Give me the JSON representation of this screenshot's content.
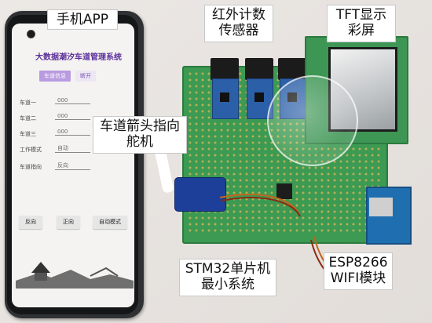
{
  "labels": {
    "phone_app": "手机APP",
    "ir_sensor": "红外计数\n传感器",
    "tft": "TFT显示\n彩屏",
    "servo": "车道箭头指向\n舵机",
    "mcu": "STM32单片机\n最小系统",
    "esp": "ESP8266\nWIFI模块"
  },
  "app": {
    "title": "大数据潮汐车道管理系统",
    "tab_active": "车道信息",
    "tab_inactive": "断开",
    "rows": [
      {
        "label": "车道一",
        "value": "000"
      },
      {
        "label": "车道二",
        "value": "000"
      },
      {
        "label": "车道三",
        "value": "000"
      },
      {
        "label": "工作模式",
        "value": "自动"
      },
      {
        "label": "车道指向",
        "value": "反向"
      }
    ],
    "buttons": [
      "反向",
      "正向",
      "自动模式"
    ]
  },
  "colors": {
    "pcb": "#3c9a52",
    "app_accent": "#b99be0",
    "app_title": "#5b2f9a"
  }
}
